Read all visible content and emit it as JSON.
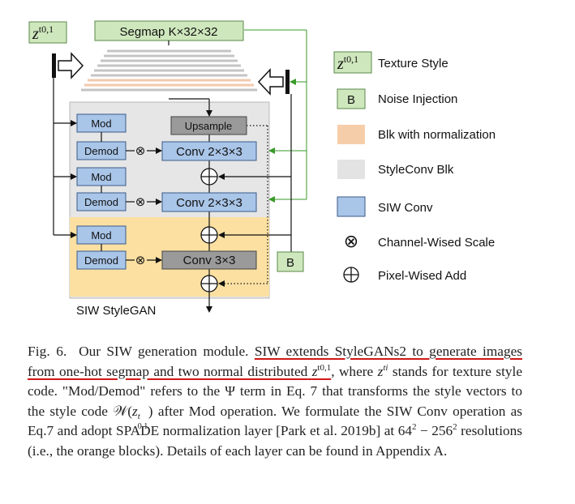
{
  "diagram": {
    "z_symbol": "z",
    "z_superscript": "t0,1",
    "segmap_label": "Segmap K×32×32",
    "upsample_label": "Upsample",
    "mod_label": "Mod",
    "demod_label": "Demod",
    "conv1_label": "Conv 2×3×3",
    "conv2_label": "Conv 2×3×3",
    "conv3_label": "Conv 3×3",
    "noise_label": "B",
    "scale_symbol": "⊗",
    "add_symbol": "⊕",
    "module_label": "SIW StyleGAN"
  },
  "legend": {
    "items": [
      {
        "text": "Texture Style"
      },
      {
        "text": "Noise Injection",
        "swatch_text": "B"
      },
      {
        "text": "Blk with normalization"
      },
      {
        "text": "StyleConv Blk"
      },
      {
        "text": "SIW Conv"
      },
      {
        "text": "Channel-Wised Scale"
      },
      {
        "text": "Pixel-Wised Add"
      }
    ]
  },
  "caption": {
    "label": "Fig. 6.",
    "s1": "Our SIW generation module.",
    "u1": "SIW extends StyleGANs2 to generate images from one-hot segmap and two normal distributed",
    "z1_base": "z",
    "z1_sup": "t0,1",
    "t2": ", where",
    "z2_base": "z",
    "z2_sup": "ti",
    "t3": "stands for texture style code. \"Mod/Demod\" refers to the Ψ term in Eq. 7 that transforms the style vectors to the style code",
    "w_symbol": "𝒲",
    "w_open": "(",
    "w_z": "z",
    "w_sup": "t",
    "w_sub": "0,1",
    "w_close": ")",
    "t4": "after Mod operation. We formulate the SIW Conv operation as Eq.7 and adopt SPADE normalization layer [Park et al. 2019b] at",
    "r1": "64",
    "r1_exp": "2",
    "dash": "−",
    "r2": "256",
    "r2_exp": "2",
    "t5": "resolutions (i.e., the orange blocks). Details of each layer can be found in Appendix A."
  }
}
